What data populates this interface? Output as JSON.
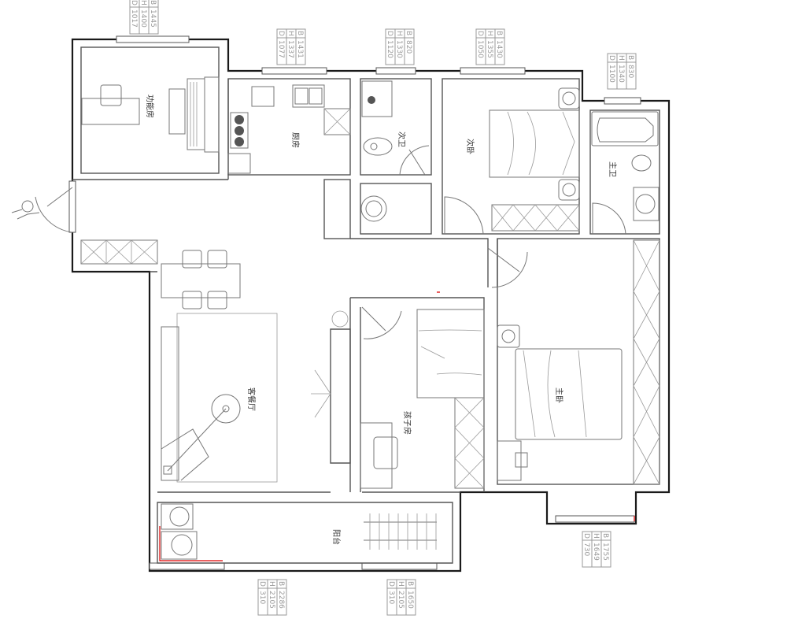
{
  "rooms": {
    "function_room": "功能房",
    "kitchen": "厨房",
    "secondary_bath": "次卫",
    "secondary_bedroom": "次卧",
    "master_bath": "主卫",
    "living_dining": "客餐厅",
    "kids_room": "孩子房",
    "master_bedroom": "主卧",
    "balcony": "阳台"
  },
  "window_tags": [
    {
      "B_label": "B",
      "H_label": "H",
      "D_label": "D",
      "B": "1445",
      "H": "1400",
      "D": "1017"
    },
    {
      "B_label": "B",
      "H_label": "H",
      "D_label": "D",
      "B": "1431",
      "H": "1337",
      "D": "1077"
    },
    {
      "B_label": "B",
      "H_label": "H",
      "D_label": "D",
      "B": "820",
      "H": "1330",
      "D": "1120"
    },
    {
      "B_label": "B",
      "H_label": "H",
      "D_label": "D",
      "B": "1430",
      "H": "1355",
      "D": "1050"
    },
    {
      "B_label": "B",
      "H_label": "H",
      "D_label": "D",
      "B": "830",
      "H": "1340",
      "D": "1100"
    },
    {
      "B_label": "B",
      "H_label": "H",
      "D_label": "D",
      "B": "1755",
      "H": "1649",
      "D": "730"
    },
    {
      "B_label": "B",
      "H_label": "H",
      "D_label": "D",
      "B": "2286",
      "H": "2105",
      "D": "310"
    },
    {
      "B_label": "B",
      "H_label": "H",
      "D_label": "D",
      "B": "1650",
      "H": "2105",
      "D": "310"
    }
  ],
  "colors": {
    "wall": "#1a1a1a",
    "inner": "#555555",
    "tag": "#999999",
    "marker": "#dd0000"
  }
}
